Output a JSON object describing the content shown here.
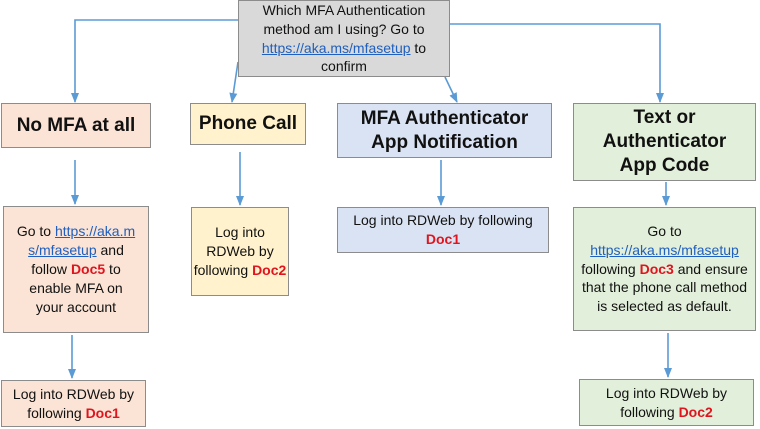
{
  "colors": {
    "gray": "#d9d9d9",
    "orange": "#fbe4d5",
    "yellow": "#fff2cc",
    "blue": "#dae3f3",
    "green": "#e2efda",
    "arrow": "#5b9bd5",
    "doc_red": "#e0141e",
    "link_blue": "#1f5fbf"
  },
  "question": {
    "line1": "Which MFA Authentication",
    "line2": "method am I using? Go to",
    "link": "https://aka.ms/mfasetup",
    "after_link": " to",
    "line4": "confirm"
  },
  "branches": {
    "no_mfa": {
      "title": "No MFA at all",
      "step1": {
        "pre": "Go to ",
        "link": "https://aka.ms/mfasetup",
        "mid": " and follow ",
        "doc": "Doc5",
        "post": " to enable MFA on your account"
      },
      "step2": {
        "text": "Log into RDWeb by following ",
        "doc": "Doc1"
      }
    },
    "phone": {
      "title": "Phone Call",
      "step1": {
        "text": "Log into RDWeb by following ",
        "doc": "Doc2"
      }
    },
    "app_notification": {
      "title": "MFA Authenticator App Notification",
      "step1": {
        "text": "Log into RDWeb by following ",
        "doc": "Doc1"
      }
    },
    "text_code": {
      "title": "Text or Authenticator App Code",
      "step1": {
        "pre": "Go to ",
        "link": "https://aka.ms/mfasetup",
        "mid": " following ",
        "doc": "Doc3",
        "post": " and ensure that the phone call method is selected as default."
      },
      "step2": {
        "text": "Log into RDWeb by following ",
        "doc": "Doc2"
      }
    }
  }
}
